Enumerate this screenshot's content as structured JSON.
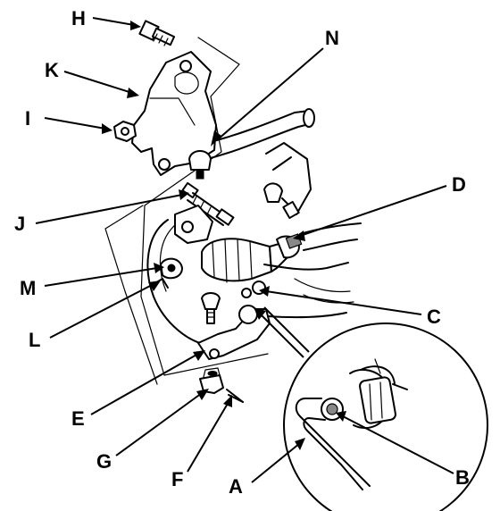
{
  "callouts": {
    "H": "H",
    "K": "K",
    "I": "I",
    "J": "J",
    "M": "M",
    "L": "L",
    "E": "E",
    "G": "G",
    "F": "F",
    "A": "A",
    "B": "B",
    "C": "C",
    "D": "D",
    "N": "N"
  }
}
